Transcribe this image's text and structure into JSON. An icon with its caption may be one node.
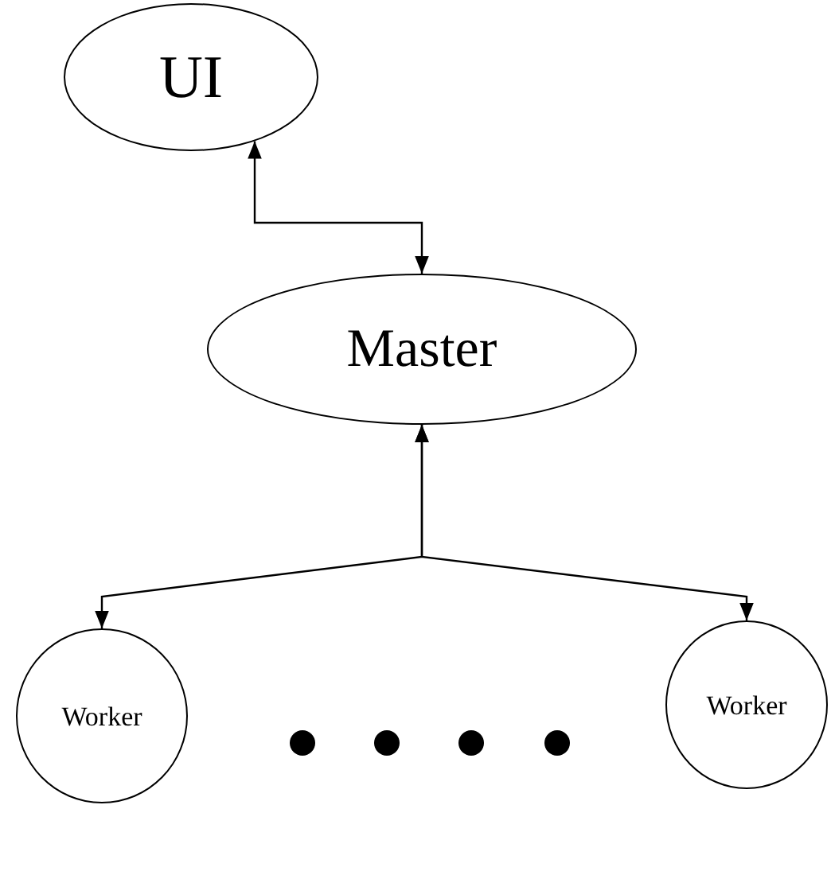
{
  "diagram": {
    "nodes": [
      {
        "text": [
          "UI"
        ]
      },
      {
        "text": [
          "Master"
        ]
      },
      {
        "text": [
          "Worker"
        ]
      },
      {
        "text": [
          "Worker"
        ]
      }
    ],
    "edges": [
      {
        "from": 0,
        "to": 1,
        "arrow": "both"
      },
      {
        "from": 1,
        "to": 2,
        "arrow": "both"
      },
      {
        "from": 1,
        "to": 3,
        "arrow": "both"
      }
    ]
  }
}
